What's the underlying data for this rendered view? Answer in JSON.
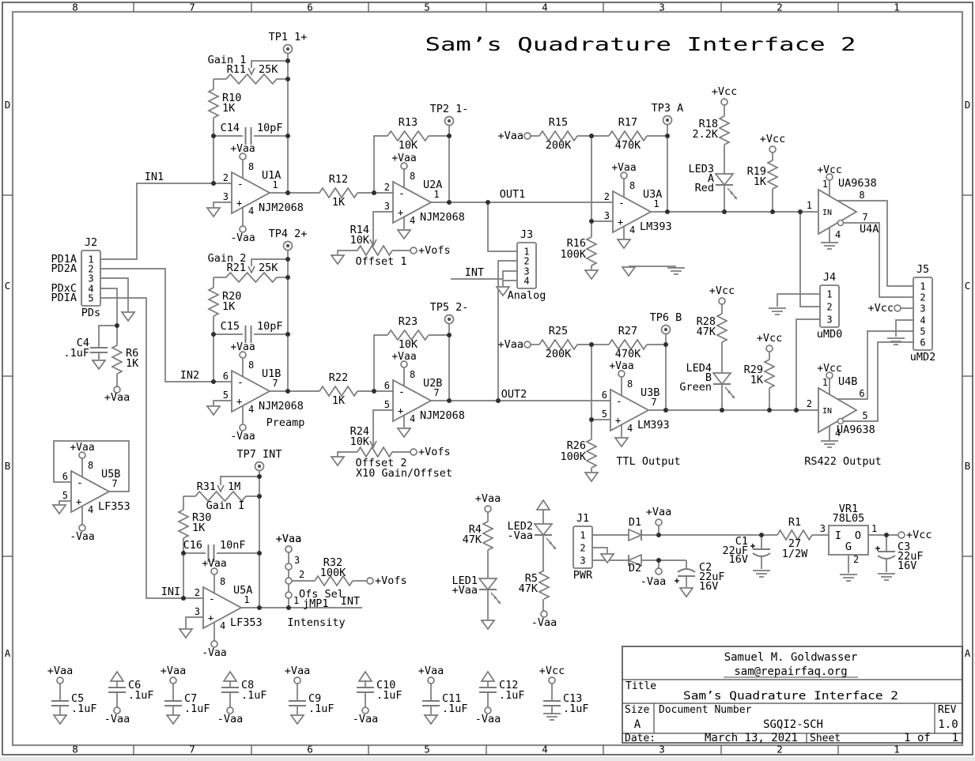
{
  "canvas": {
    "bg": "#ffffff",
    "wire": "#7a7a7a",
    "ink": "#000000",
    "dot": "#2f2f2f"
  },
  "sheet_title": "Sam’s Quadrature Interface 2",
  "border": {
    "cols": [
      "8",
      "7",
      "6",
      "5",
      "4",
      "3",
      "2",
      "1"
    ],
    "rows": [
      "D",
      "C",
      "B",
      "A"
    ]
  },
  "title_block": {
    "author": "Samuel M. Goldwasser",
    "email": "sam@repairfaq.org",
    "title_label": "Title",
    "title": "Sam’s Quadrature Interface 2",
    "size_label": "Size",
    "size": "A",
    "doc_label": "Document Number",
    "doc": "SGQI2-SCH",
    "rev_label": "REV",
    "rev": "1.0",
    "date_label": "Date:",
    "date": "March 13, 2021",
    "sheet_label": "Sheet",
    "sheet": "1 of",
    "sheet_pages": "1"
  },
  "schematic": {
    "resistors": [
      {
        "ref": "R11",
        "val": "25K"
      },
      {
        "ref": "R10",
        "val": "1K"
      },
      {
        "ref": "R12",
        "val": "1K"
      },
      {
        "ref": "R13",
        "val": "10K"
      },
      {
        "ref": "R14",
        "val": "10K"
      },
      {
        "ref": "R15",
        "val": "200K"
      },
      {
        "ref": "R17",
        "val": "470K"
      },
      {
        "ref": "R16",
        "val": "100K"
      },
      {
        "ref": "R18",
        "val": "2.2K"
      },
      {
        "ref": "R19",
        "val": "1K"
      },
      {
        "ref": "R21",
        "val": "25K"
      },
      {
        "ref": "R20",
        "val": "1K"
      },
      {
        "ref": "R22",
        "val": "1K"
      },
      {
        "ref": "R23",
        "val": "10K"
      },
      {
        "ref": "R24",
        "val": "10K"
      },
      {
        "ref": "R25",
        "val": "200K"
      },
      {
        "ref": "R27",
        "val": "470K"
      },
      {
        "ref": "R26",
        "val": "100K"
      },
      {
        "ref": "R28",
        "val": "47K"
      },
      {
        "ref": "R29",
        "val": "1K"
      },
      {
        "ref": "R31",
        "val": "1M"
      },
      {
        "ref": "R30",
        "val": "1K"
      },
      {
        "ref": "R32",
        "val": "100K"
      },
      {
        "ref": "R4",
        "val": "47K"
      },
      {
        "ref": "R5",
        "val": "47K"
      },
      {
        "ref": "R6",
        "val": "1K"
      },
      {
        "ref": "R1",
        "val": "27",
        "val2": "1/2W"
      }
    ],
    "capacitors": [
      {
        "ref": "C14",
        "val": "10pF"
      },
      {
        "ref": "C15",
        "val": "10pF"
      },
      {
        "ref": "C16",
        "val": "10nF"
      },
      {
        "ref": "C4",
        "val": ".1uF"
      },
      {
        "ref": "C1",
        "val": "22uF",
        "val2": "16V"
      },
      {
        "ref": "C2",
        "val": "22uF",
        "val2": "16V"
      },
      {
        "ref": "C3",
        "val": "22uF",
        "val2": "16V"
      },
      {
        "ref": "C5",
        "val": ".1uF",
        "rail": "+Vaa"
      },
      {
        "ref": "C6",
        "val": ".1uF",
        "rail": "-Vaa"
      },
      {
        "ref": "C7",
        "val": ".1uF",
        "rail": "+Vaa"
      },
      {
        "ref": "C8",
        "val": ".1uF",
        "rail": "-Vaa"
      },
      {
        "ref": "C9",
        "val": ".1uF",
        "rail": "+Vaa"
      },
      {
        "ref": "C10",
        "val": ".1uF",
        "rail": "-Vaa"
      },
      {
        "ref": "C11",
        "val": ".1uF",
        "rail": "+Vaa"
      },
      {
        "ref": "C12",
        "val": ".1uF",
        "rail": "-Vaa"
      },
      {
        "ref": "C13",
        "val": ".1uF",
        "rail": "+Vcc"
      }
    ],
    "opamps": [
      {
        "ref": "U1A",
        "part": "NJM2068",
        "pin_a": "2",
        "pin_b": "3",
        "pin_out": "1",
        "pin_top": "8",
        "pin_bot": "4",
        "rail_top": "+Vaa",
        "rail_bot": "-Vaa"
      },
      {
        "ref": "U2A",
        "part": "NJM2068",
        "pin_a": "2",
        "pin_b": "3",
        "pin_out": "1",
        "pin_top": "8",
        "pin_bot": "4",
        "rail_top": "+Vaa",
        "rail_bot": ""
      },
      {
        "ref": "U3A",
        "part": "LM393",
        "pin_a": "2",
        "pin_b": "3",
        "pin_out": "1",
        "pin_top": "8",
        "pin_bot": "4",
        "rail_top": "+Vaa",
        "rail_bot": ""
      },
      {
        "ref": "U1B",
        "part": "NJM2068",
        "pin_a": "6",
        "pin_b": "5",
        "pin_out": "7",
        "pin_top": "8",
        "pin_bot": "4",
        "rail_top": "+Vaa",
        "rail_bot": "-Vaa"
      },
      {
        "ref": "U2B",
        "part": "NJM2068",
        "pin_a": "6",
        "pin_b": "5",
        "pin_out": "7",
        "pin_top": "8",
        "pin_bot": "4",
        "rail_top": "+Vaa",
        "rail_bot": ""
      },
      {
        "ref": "U3B",
        "part": "LM393",
        "pin_a": "6",
        "pin_b": "5",
        "pin_out": "7",
        "pin_top": "8",
        "pin_bot": "4",
        "rail_top": "+Vaa",
        "rail_bot": ""
      },
      {
        "ref": "U5B",
        "part": "LF353",
        "pin_a": "6",
        "pin_b": "5",
        "pin_out": "7",
        "pin_top": "8",
        "pin_bot": "4",
        "rail_top": "+Vaa",
        "rail_bot": "-Vaa"
      },
      {
        "ref": "U5A",
        "part": "LF353",
        "pin_a": "2",
        "pin_b": "3",
        "pin_out": "1",
        "pin_top": "8",
        "pin_bot": "4",
        "rail_top": "+Vaa",
        "rail_bot": "-Vaa"
      }
    ],
    "drivers": [
      {
        "ref": "U4A",
        "part": "UA9638",
        "pin_in": "1",
        "pin_top": "1",
        "pin_o1": "8",
        "pin_o2": "7",
        "pin_bot": "4",
        "rail": "+Vcc",
        "in_text": "IN"
      },
      {
        "ref": "U4B",
        "part": "UA9638",
        "pin_in": "2",
        "pin_top": "1",
        "pin_o1": "6",
        "pin_o2": "5",
        "pin_bot": "4",
        "rail": "+Vcc",
        "in_text": "IN"
      }
    ],
    "connectors": [
      {
        "ref": "J2",
        "caption": "PDs",
        "pins": [
          "1",
          "2",
          "3",
          "4",
          "5"
        ],
        "ext": [
          "PD1A",
          "PD2A",
          "",
          "PDxC",
          "PDIA"
        ]
      },
      {
        "ref": "J3",
        "caption": "Analog",
        "pins": [
          "1",
          "2",
          "3",
          "4"
        ],
        "ext": []
      },
      {
        "ref": "J1",
        "caption": "PWR",
        "pins": [
          "1",
          "2",
          "3"
        ],
        "ext": []
      },
      {
        "ref": "J4",
        "caption": "uMD0",
        "pins": [
          "1",
          "2",
          "3"
        ],
        "ext": []
      },
      {
        "ref": "J5",
        "caption": "uMD2",
        "pins": [
          "1",
          "2",
          "3",
          "4",
          "5",
          "6"
        ],
        "ext": []
      }
    ],
    "test_points": [
      {
        "label": "TP1 1+"
      },
      {
        "label": "TP2 1-"
      },
      {
        "label": "TP3 A"
      },
      {
        "label": "TP4 2+"
      },
      {
        "label": "TP5 2-"
      },
      {
        "label": "TP6 B"
      },
      {
        "label": "TP7 INT"
      }
    ],
    "terminals": [
      {
        "t": "+Vaa"
      },
      {
        "t": "+Vofs"
      },
      {
        "t": "+Vofs"
      },
      {
        "t": "+Vofs"
      },
      {
        "t": "+Vaa"
      },
      {
        "t": "+Vaa"
      },
      {
        "t": "+Vcc"
      },
      {
        "t": "+Vcc"
      },
      {
        "t": "+Vaa"
      },
      {
        "t": "-Vaa"
      },
      {
        "t": "-Vaa"
      },
      {
        "t": "+Vaa"
      },
      {
        "t": "+Vaa"
      },
      {
        "t": "+Vcc"
      },
      {
        "t": "+Vcc"
      },
      {
        "t": "+Vcc"
      },
      {
        "t": "+Vcc"
      }
    ],
    "leds": [
      {
        "ref": "LED3",
        "line2": "A",
        "line3": "Red"
      },
      {
        "ref": "LED4",
        "line2": "B",
        "line3": "Green"
      },
      {
        "ref": "LED1",
        "line2": "+Vaa",
        "line3": ""
      },
      {
        "ref": "LED2",
        "line2": "-Vaa",
        "line3": ""
      }
    ],
    "diodes": [
      {
        "ref": "D1"
      },
      {
        "ref": "D2"
      }
    ],
    "regulator": {
      "ref": "VR1",
      "part": "78L05",
      "in_pin": "3",
      "out_pin": "1",
      "gnd_pin": "2",
      "in_label": "I",
      "out_label": "O",
      "gnd_label": "G"
    },
    "jumper": {
      "ref": "jMP1",
      "caption": "Ofs Sel",
      "pins": [
        "3",
        "2",
        "1"
      ],
      "rail": "+Vaa",
      "net": "INT"
    },
    "net_labels": [
      {
        "t": "Gain 1"
      },
      {
        "t": "Gain 2"
      },
      {
        "t": "Gain I"
      },
      {
        "t": "IN1"
      },
      {
        "t": "IN2"
      },
      {
        "t": "INI"
      },
      {
        "t": "OUT1"
      },
      {
        "t": "OUT2"
      },
      {
        "t": "INT"
      },
      {
        "t": "Offset 1"
      },
      {
        "t": "Offset 2"
      },
      {
        "t": "X10 Gain/Offset"
      },
      {
        "t": "TTL Output"
      },
      {
        "t": "RS422 Output"
      },
      {
        "t": "Preamp"
      },
      {
        "t": "Intensity"
      }
    ]
  }
}
